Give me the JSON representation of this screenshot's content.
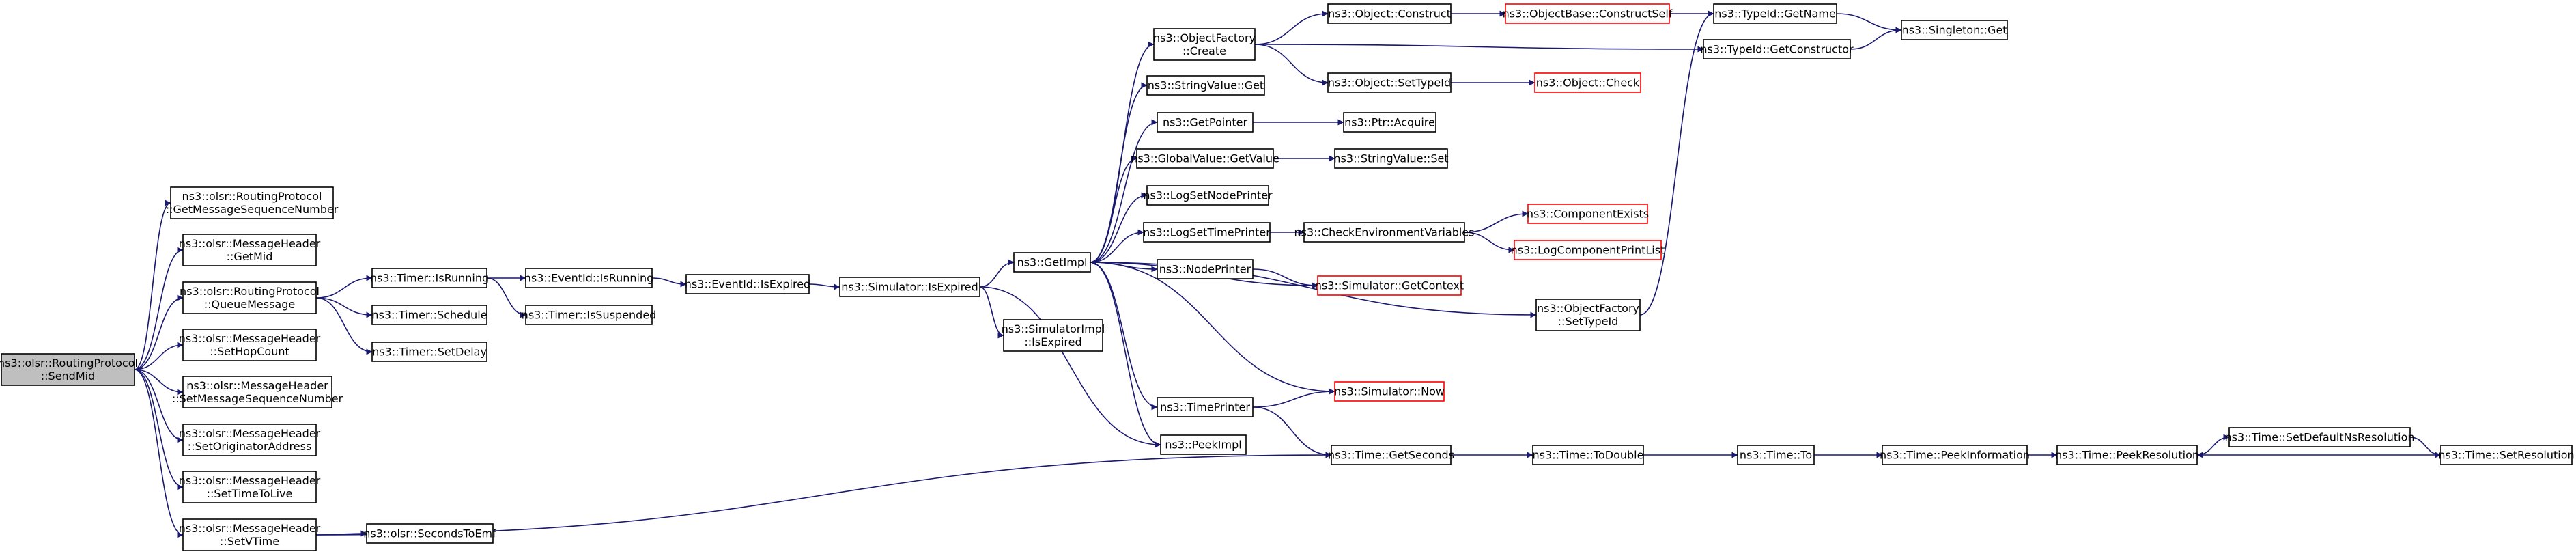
{
  "colors": {
    "edge": "#191970",
    "node_border": "#000000",
    "node_border_truncated": "#ff0000",
    "root_fill": "#bfbfbf",
    "node_fill": "#ffffff"
  },
  "nodes": [
    {
      "id": "sendmid",
      "lines": [
        "ns3::olsr::RoutingProtocol",
        "::SendMid"
      ],
      "root": true
    },
    {
      "id": "getmsgseq",
      "lines": [
        "ns3::olsr::RoutingProtocol",
        "::GetMessageSequenceNumber"
      ]
    },
    {
      "id": "getmid",
      "lines": [
        "ns3::olsr::MessageHeader",
        "::GetMid"
      ]
    },
    {
      "id": "queuemsg",
      "lines": [
        "ns3::olsr::RoutingProtocol",
        "::QueueMessage"
      ]
    },
    {
      "id": "sethopcount",
      "lines": [
        "ns3::olsr::MessageHeader",
        "::SetHopCount"
      ]
    },
    {
      "id": "setmsgseq",
      "lines": [
        "ns3::olsr::MessageHeader",
        "::SetMessageSequenceNumber"
      ]
    },
    {
      "id": "setorig",
      "lines": [
        "ns3::olsr::MessageHeader",
        "::SetOriginatorAddress"
      ]
    },
    {
      "id": "setttl",
      "lines": [
        "ns3::olsr::MessageHeader",
        "::SetTimeToLive"
      ]
    },
    {
      "id": "setvtime",
      "lines": [
        "ns3::olsr::MessageHeader",
        "::SetVTime"
      ]
    },
    {
      "id": "timerisrunning",
      "lines": [
        "ns3::Timer::IsRunning"
      ]
    },
    {
      "id": "timerschedule",
      "lines": [
        "ns3::Timer::Schedule"
      ]
    },
    {
      "id": "timersetdelay",
      "lines": [
        "ns3::Timer::SetDelay"
      ]
    },
    {
      "id": "secondstoemf",
      "lines": [
        "ns3::olsr::SecondsToEmf"
      ]
    },
    {
      "id": "eventidisrunning",
      "lines": [
        "ns3::EventId::IsRunning"
      ]
    },
    {
      "id": "timerissuspended",
      "lines": [
        "ns3::Timer::IsSuspended"
      ]
    },
    {
      "id": "eventidisexpired",
      "lines": [
        "ns3::EventId::IsExpired"
      ]
    },
    {
      "id": "simisexpired",
      "lines": [
        "ns3::Simulator::IsExpired"
      ]
    },
    {
      "id": "getimpl",
      "lines": [
        "ns3::GetImpl"
      ]
    },
    {
      "id": "simimplisexpired",
      "lines": [
        "ns3::SimulatorImpl",
        "::IsExpired"
      ]
    },
    {
      "id": "objfactorycreate",
      "lines": [
        "ns3::ObjectFactory",
        "::Create"
      ]
    },
    {
      "id": "stringvalueget",
      "lines": [
        "ns3::StringValue::Get"
      ]
    },
    {
      "id": "getpointer",
      "lines": [
        "ns3::GetPointer"
      ]
    },
    {
      "id": "globalvalueget",
      "lines": [
        "ns3::GlobalValue::GetValue"
      ]
    },
    {
      "id": "logsetnodeprinter",
      "lines": [
        "ns3::LogSetNodePrinter"
      ]
    },
    {
      "id": "logsettimeprinter",
      "lines": [
        "ns3::LogSetTimePrinter"
      ]
    },
    {
      "id": "nodeprinter",
      "lines": [
        "ns3::NodePrinter"
      ]
    },
    {
      "id": "timeprinter",
      "lines": [
        "ns3::TimePrinter"
      ]
    },
    {
      "id": "peekimpl",
      "lines": [
        "ns3::PeekImpl"
      ]
    },
    {
      "id": "objectconstruct",
      "lines": [
        "ns3::Object::Construct"
      ]
    },
    {
      "id": "objectsettypeid",
      "lines": [
        "ns3::Object::SetTypeId"
      ]
    },
    {
      "id": "ptracquire",
      "lines": [
        "ns3::Ptr::Acquire"
      ]
    },
    {
      "id": "stringvalueset",
      "lines": [
        "ns3::StringValue::Set"
      ]
    },
    {
      "id": "checkenv",
      "lines": [
        "ns3::CheckEnvironmentVariables"
      ]
    },
    {
      "id": "simgetcontext",
      "lines": [
        "ns3::Simulator::GetContext"
      ],
      "truncated": true
    },
    {
      "id": "simnow",
      "lines": [
        "ns3::Simulator::Now"
      ],
      "truncated": true
    },
    {
      "id": "timegetseconds",
      "lines": [
        "ns3::Time::GetSeconds"
      ]
    },
    {
      "id": "objbaseconstructself",
      "lines": [
        "ns3::ObjectBase::ConstructSelf"
      ],
      "truncated": true
    },
    {
      "id": "objectcheck",
      "lines": [
        "ns3::Object::Check"
      ],
      "truncated": true
    },
    {
      "id": "componentexists",
      "lines": [
        "ns3::ComponentExists"
      ],
      "truncated": true
    },
    {
      "id": "logcomponentprintlist",
      "lines": [
        "ns3::LogComponentPrintList"
      ],
      "truncated": true
    },
    {
      "id": "objfactorysettypeid",
      "lines": [
        "ns3::ObjectFactory",
        "::SetTypeId"
      ]
    },
    {
      "id": "timetodouble",
      "lines": [
        "ns3::Time::ToDouble"
      ]
    },
    {
      "id": "typeidgetname",
      "lines": [
        "ns3::TypeId::GetName"
      ]
    },
    {
      "id": "typeidgetconstructor",
      "lines": [
        "ns3::TypeId::GetConstructor"
      ]
    },
    {
      "id": "timeto",
      "lines": [
        "ns3::Time::To"
      ]
    },
    {
      "id": "singletonget",
      "lines": [
        "ns3::Singleton::Get"
      ]
    },
    {
      "id": "timepeekinformation",
      "lines": [
        "ns3::Time::PeekInformation"
      ]
    },
    {
      "id": "timepeekresolution",
      "lines": [
        "ns3::Time::PeekResolution"
      ]
    },
    {
      "id": "timesetdefaultns",
      "lines": [
        "ns3::Time::SetDefaultNsResolution"
      ]
    },
    {
      "id": "timesetresolution",
      "lines": [
        "ns3::Time::SetResolution"
      ]
    }
  ],
  "edges": [
    [
      "sendmid",
      "getmsgseq"
    ],
    [
      "sendmid",
      "getmid"
    ],
    [
      "sendmid",
      "queuemsg"
    ],
    [
      "sendmid",
      "sethopcount"
    ],
    [
      "sendmid",
      "setmsgseq"
    ],
    [
      "sendmid",
      "setorig"
    ],
    [
      "sendmid",
      "setttl"
    ],
    [
      "sendmid",
      "setvtime"
    ],
    [
      "queuemsg",
      "timerisrunning"
    ],
    [
      "queuemsg",
      "timerschedule"
    ],
    [
      "queuemsg",
      "timersetdelay"
    ],
    [
      "timerisrunning",
      "eventidisrunning"
    ],
    [
      "timerisrunning",
      "timerissuspended"
    ],
    [
      "eventidisrunning",
      "eventidisexpired"
    ],
    [
      "eventidisexpired",
      "simisexpired"
    ],
    [
      "simisexpired",
      "getimpl"
    ],
    [
      "simisexpired",
      "simimplisexpired"
    ],
    [
      "simisexpired",
      "peekimpl"
    ],
    [
      "getimpl",
      "objfactorycreate"
    ],
    [
      "getimpl",
      "stringvalueget"
    ],
    [
      "getimpl",
      "getpointer"
    ],
    [
      "getimpl",
      "globalvalueget"
    ],
    [
      "getimpl",
      "logsetnodeprinter"
    ],
    [
      "getimpl",
      "logsettimeprinter"
    ],
    [
      "getimpl",
      "nodeprinter"
    ],
    [
      "getimpl",
      "simgetcontext"
    ],
    [
      "getimpl",
      "objfactorysettypeid"
    ],
    [
      "getimpl",
      "timeprinter"
    ],
    [
      "getimpl",
      "peekimpl"
    ],
    [
      "simnow",
      "getimpl"
    ],
    [
      "objfactorycreate",
      "objectconstruct"
    ],
    [
      "objfactorycreate",
      "objectsettypeid"
    ],
    [
      "objfactorycreate",
      "typeidgetconstructor"
    ],
    [
      "objectconstruct",
      "objbaseconstructself"
    ],
    [
      "objbaseconstructself",
      "typeidgetname"
    ],
    [
      "objectsettypeid",
      "objectcheck"
    ],
    [
      "getpointer",
      "ptracquire"
    ],
    [
      "globalvalueget",
      "stringvalueset"
    ],
    [
      "logsettimeprinter",
      "checkenv"
    ],
    [
      "checkenv",
      "componentexists"
    ],
    [
      "checkenv",
      "logcomponentprintlist"
    ],
    [
      "nodeprinter",
      "simgetcontext"
    ],
    [
      "timeprinter",
      "simnow"
    ],
    [
      "timeprinter",
      "timegetseconds"
    ],
    [
      "objfactorysettypeid",
      "typeidgetname"
    ],
    [
      "typeidgetname",
      "singletonget"
    ],
    [
      "typeidgetconstructor",
      "singletonget"
    ],
    [
      "setvtime",
      "timegetseconds"
    ],
    [
      "setvtime",
      "secondstoemf"
    ],
    [
      "timegetseconds",
      "timetodouble"
    ],
    [
      "timetodouble",
      "timeto"
    ],
    [
      "timeto",
      "timepeekinformation"
    ],
    [
      "timepeekinformation",
      "timepeekresolution"
    ],
    [
      "timepeekresolution",
      "timesetdefaultns"
    ],
    [
      "timesetdefaultns",
      "timesetresolution"
    ],
    [
      "timesetresolution",
      "timepeekresolution"
    ]
  ]
}
